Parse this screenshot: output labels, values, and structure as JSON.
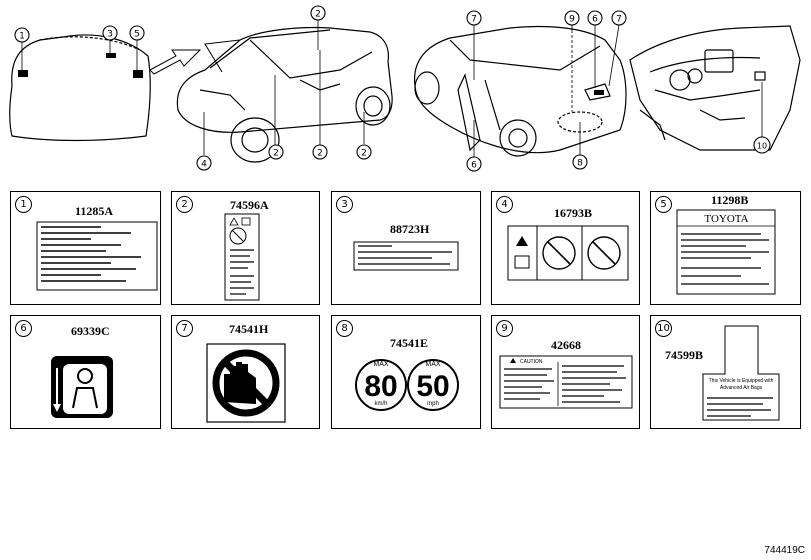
{
  "callouts": [
    "1",
    "2",
    "3",
    "4",
    "5",
    "6",
    "7",
    "8",
    "9",
    "10"
  ],
  "panels": [
    {
      "num": "1",
      "code": "11285A"
    },
    {
      "num": "2",
      "code": "74596A"
    },
    {
      "num": "3",
      "code": "88723H"
    },
    {
      "num": "4",
      "code": "16793B"
    },
    {
      "num": "5",
      "code": "11298B"
    },
    {
      "num": "6",
      "code": "69339C"
    },
    {
      "num": "7",
      "code": "74541H"
    },
    {
      "num": "8",
      "code": "74541E"
    },
    {
      "num": "9",
      "code": "42668"
    },
    {
      "num": "10",
      "code": "74599B"
    }
  ],
  "label_text": {
    "toyota": "TOYOTA",
    "caution": "CAUTION",
    "max": "MAX",
    "speed_kmh": "80",
    "unit_kmh": "km/h",
    "speed_mph": "50",
    "unit_mph": "mph",
    "airbag_line1": "This Vehicle is Equipped with",
    "airbag_line2": "Advanced Air Bags"
  },
  "diagram_id": "744419C"
}
